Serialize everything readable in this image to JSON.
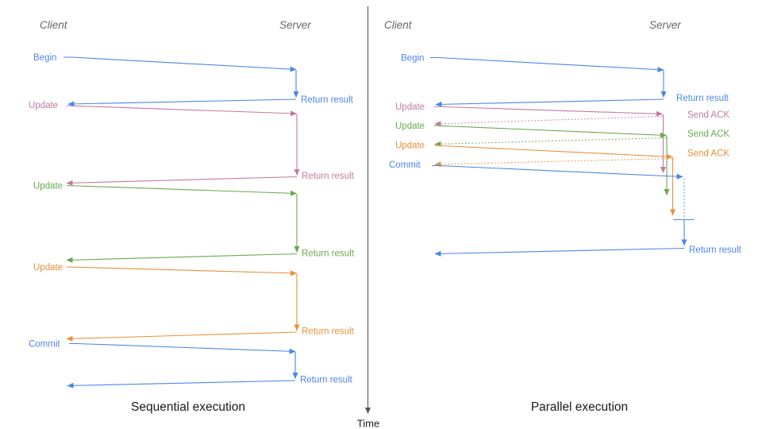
{
  "colors": {
    "blue": "#4a86e8",
    "pink": "#c27ba0",
    "green": "#6aa84f",
    "orange": "#e69138",
    "axis": "#555555",
    "lifeline": "#666666",
    "titlec": "#1a1a1a"
  },
  "left": {
    "client_label": "Client",
    "server_label": "Server",
    "title": "Sequential execution",
    "messages": [
      {
        "label": "Begin",
        "color": "#4a86e8",
        "response": "Return result"
      },
      {
        "label": "Update",
        "color": "#c27ba0",
        "response": "Return result"
      },
      {
        "label": "Update",
        "color": "#6aa84f",
        "response": "Return result"
      },
      {
        "label": "Update",
        "color": "#e69138",
        "response": "Return result"
      },
      {
        "label": "Commit",
        "color": "#4a86e8",
        "response": "Return result"
      }
    ]
  },
  "right": {
    "client_label": "Client",
    "server_label": "Server",
    "title": "Parallel execution",
    "messages": [
      {
        "label": "Begin",
        "color": "#4a86e8",
        "response": "Return result",
        "response_style": "solid"
      },
      {
        "label": "Update",
        "color": "#c27ba0",
        "response": "Send ACK",
        "response_style": "dotted"
      },
      {
        "label": "Update",
        "color": "#6aa84f",
        "response": "Send ACK",
        "response_style": "dotted"
      },
      {
        "label": "Update",
        "color": "#e69138",
        "response": "Send ACK",
        "response_style": "dotted"
      },
      {
        "label": "Commit",
        "color": "#4a86e8",
        "response": "Return result",
        "response_style": "solid"
      }
    ]
  },
  "time_axis": {
    "label": "Time"
  }
}
